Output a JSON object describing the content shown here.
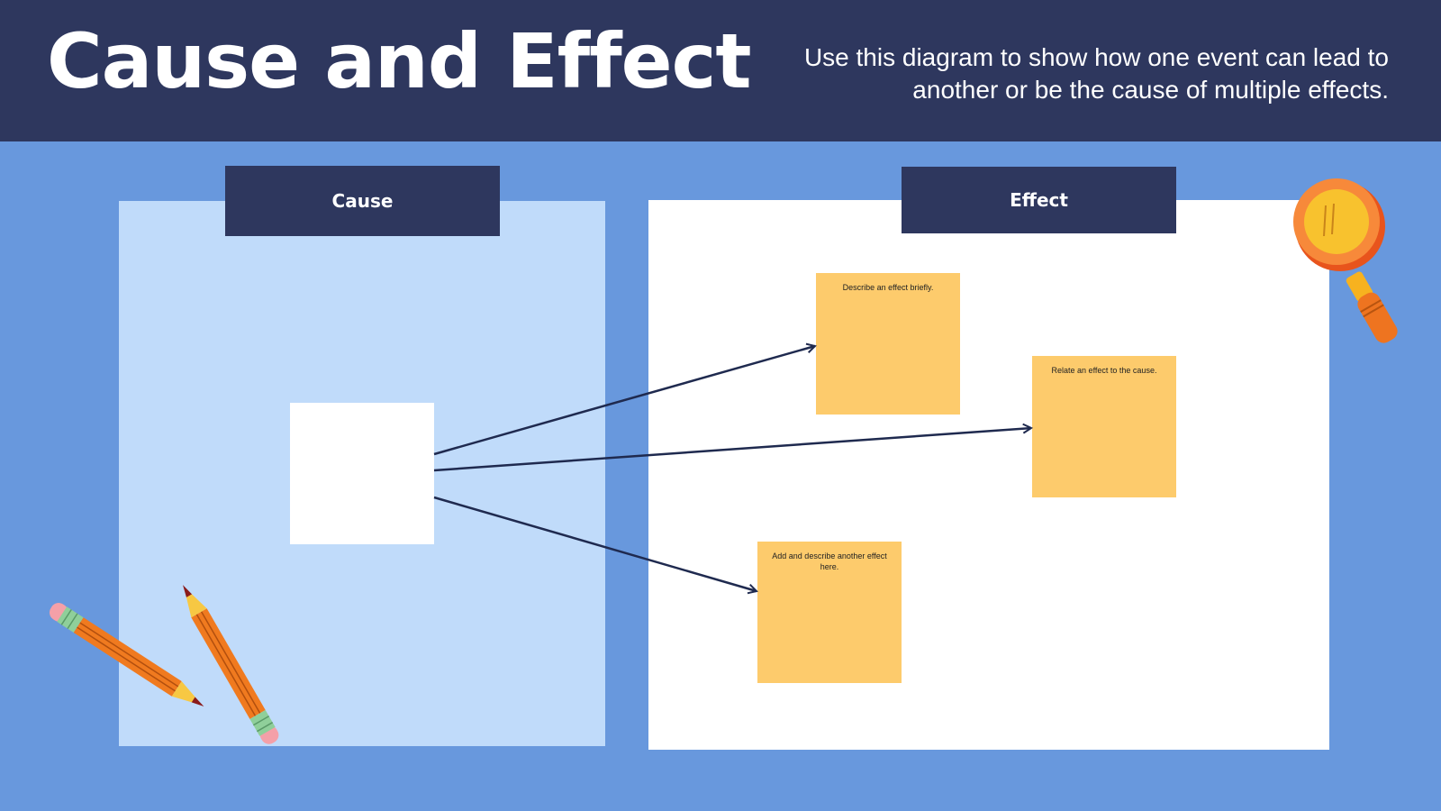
{
  "header": {
    "title": "Cause and Effect",
    "subtitle": "Use this diagram to show how one event can lead to another or be the cause of multiple effects."
  },
  "cause": {
    "label": "Cause"
  },
  "effect": {
    "label": "Effect",
    "notes": [
      "Describe an effect briefly.",
      "Relate an effect to the cause.",
      "Add and describe another effect here."
    ]
  },
  "colors": {
    "header_bg": "#2e375e",
    "page_bg": "#6898dd",
    "cause_panel": "#c0dbfa",
    "effect_panel": "#ffffff",
    "sticky_note": "#fdcb6c",
    "arrow": "#1f2a4f"
  },
  "decorations": [
    "pencil-icon",
    "pencil-icon",
    "magnifying-glass-icon"
  ]
}
